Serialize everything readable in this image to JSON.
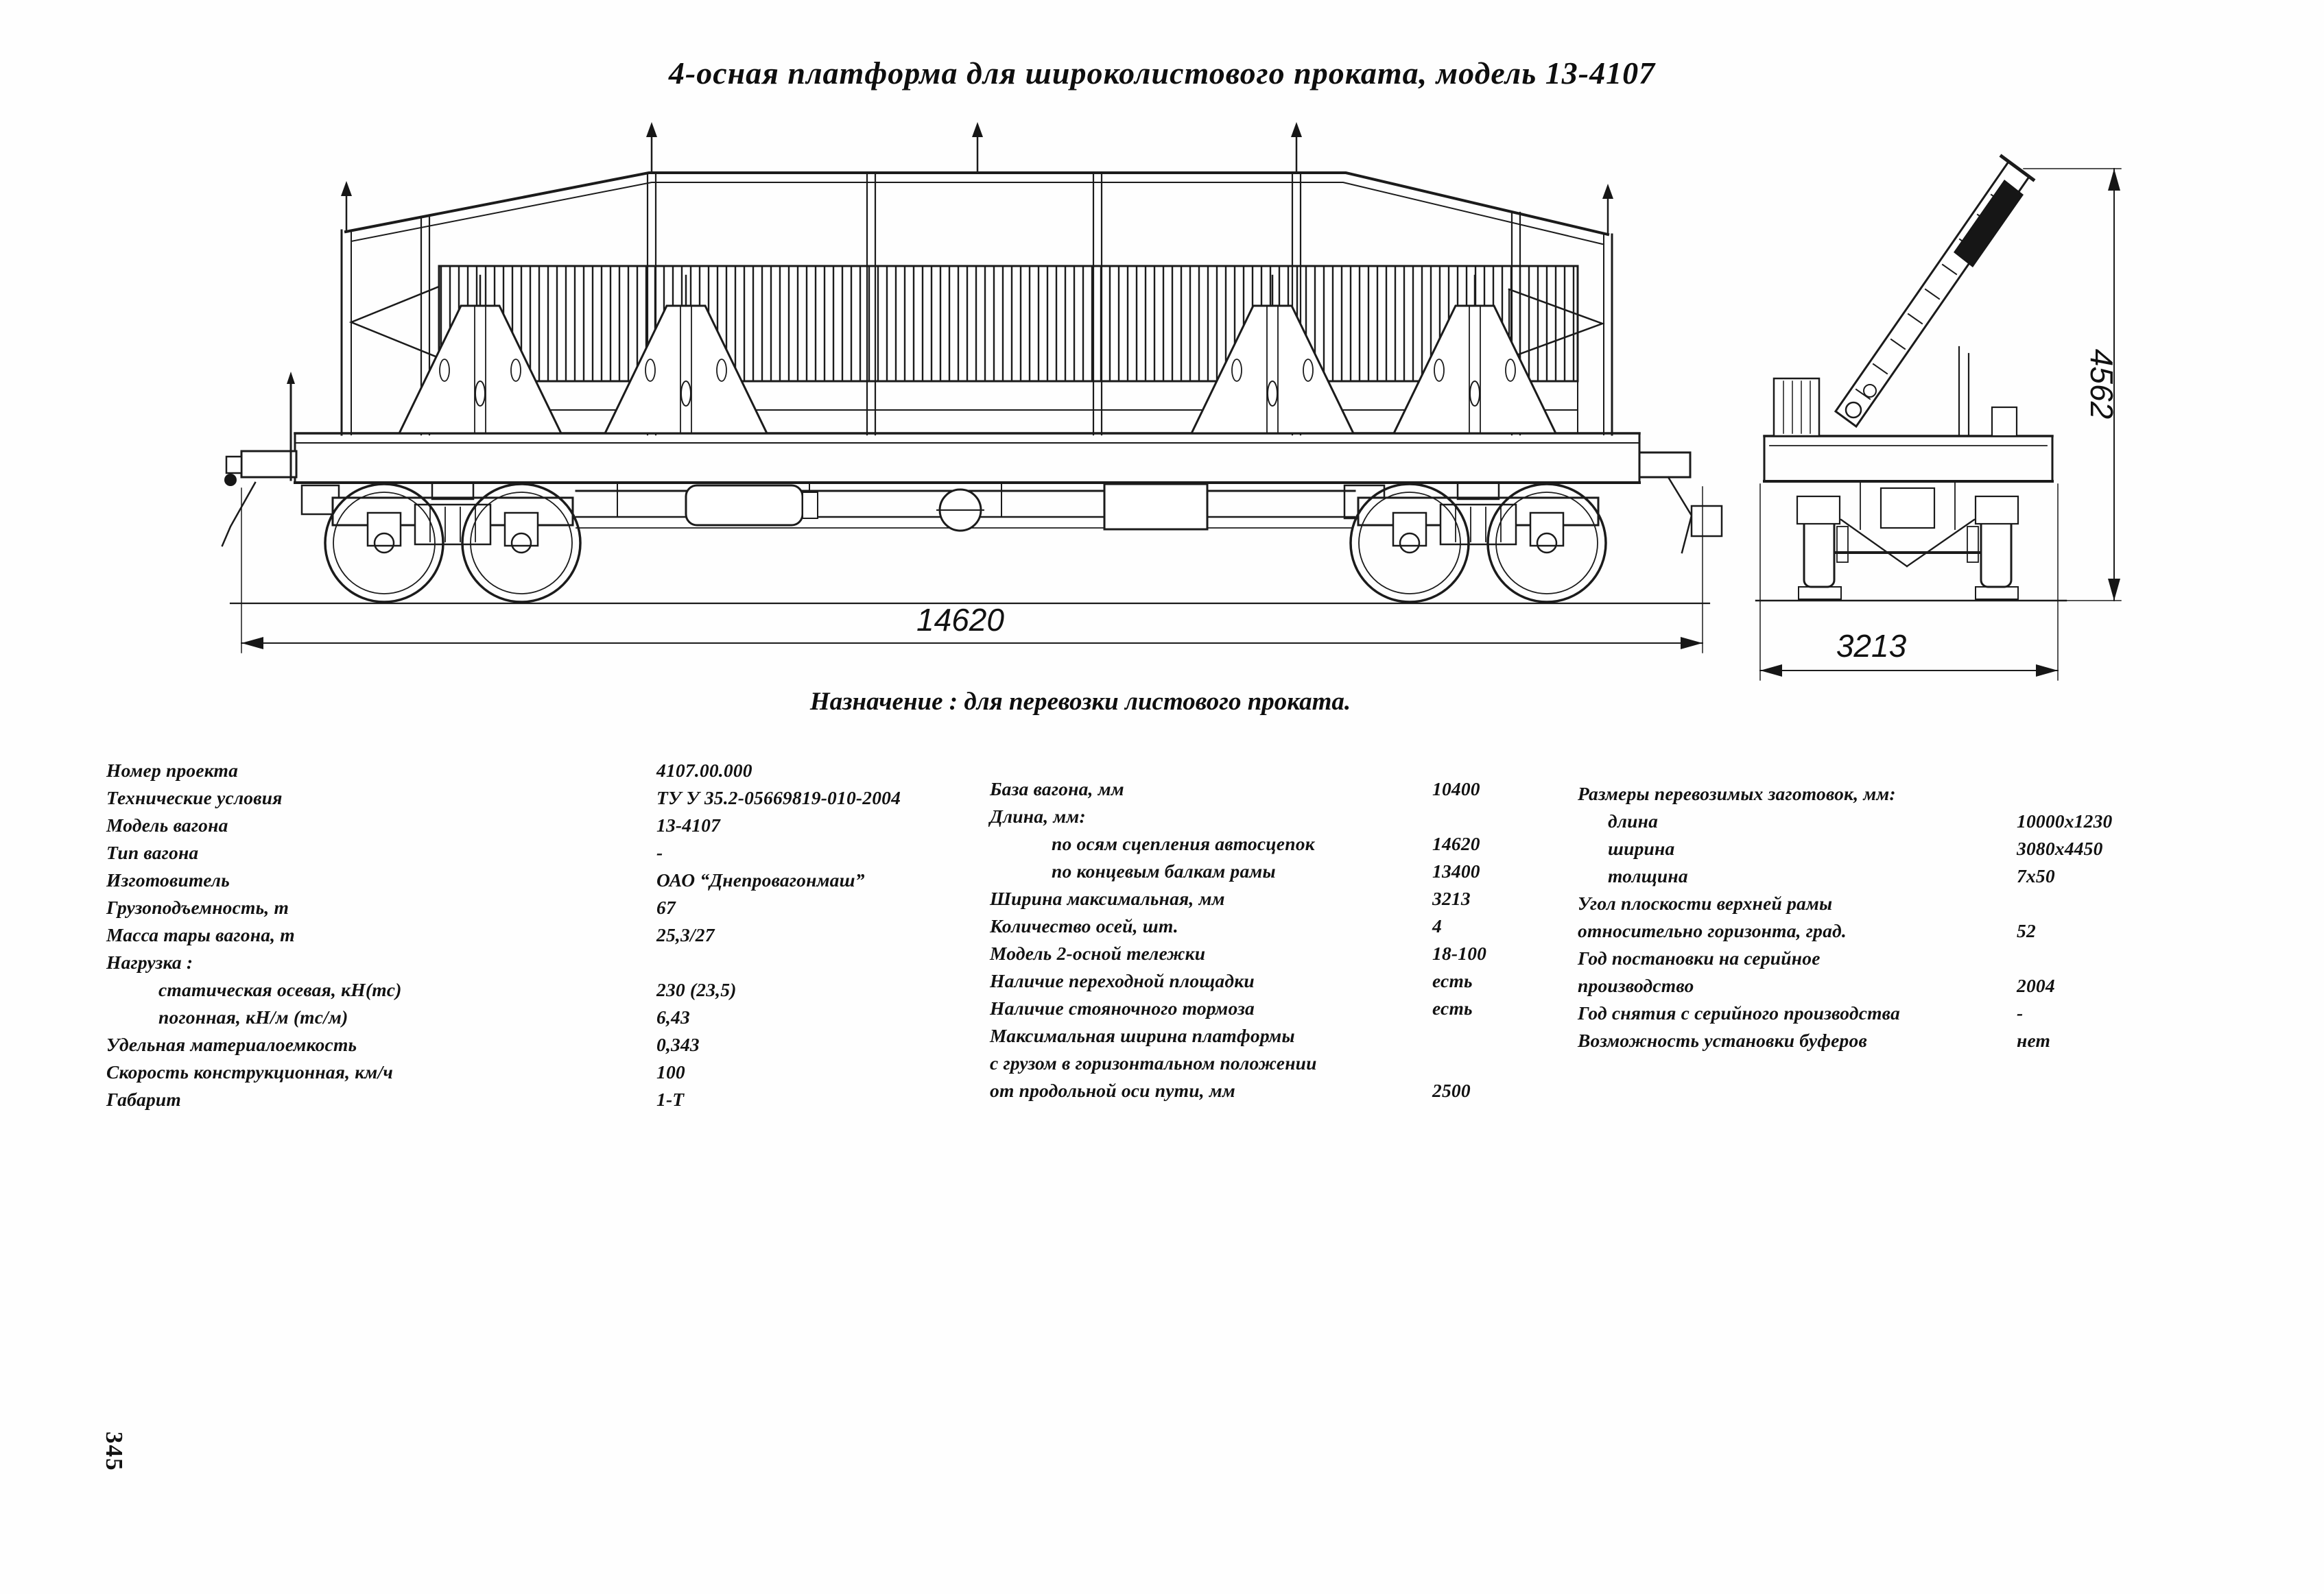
{
  "page": {
    "title": "4-осная платформа для широколистового проката, модель 13-4107",
    "purpose": "Назначение : для перевозки листового проката.",
    "number": "345"
  },
  "drawing": {
    "length_label": "14620",
    "width_label": "3213",
    "height_label": "4562"
  },
  "specs": {
    "col1": [
      {
        "label": "Номер проекта",
        "value": "4107.00.000"
      },
      {
        "label": "Технические условия",
        "value": "ТУ У 35.2-05669819-010-2004"
      },
      {
        "label": "Модель вагона",
        "value": "13-4107"
      },
      {
        "label": "Тип вагона",
        "value": "-"
      },
      {
        "label": "Изготовитель",
        "value": "ОАО “Днепровагонмаш”"
      },
      {
        "label": "Грузоподъемность, т",
        "value": "67"
      },
      {
        "label": "Масса тары вагона, т",
        "value": "25,3/27"
      },
      {
        "label": "Нагрузка :",
        "value": ""
      },
      {
        "label": "статическая осевая, кН(тс)",
        "value": "230 (23,5)"
      },
      {
        "label": "погонная, кН/м (тс/м)",
        "value": "6,43"
      },
      {
        "label": "Удельная материалоемкость",
        "value": "0,343"
      },
      {
        "label": "Скорость конструкционная, км/ч",
        "value": "100"
      },
      {
        "label": "Габарит",
        "value": "1-Т"
      }
    ],
    "col2": [
      {
        "label": "База вагона, мм",
        "value": "10400"
      },
      {
        "label": "Длина, мм:",
        "value": ""
      },
      {
        "label": "по осям сцепления автосцепок",
        "value": "14620"
      },
      {
        "label": "по концевым балкам рамы",
        "value": "13400"
      },
      {
        "label": "Ширина максимальная, мм",
        "value": "3213"
      },
      {
        "label": "Количество осей, шт.",
        "value": "4"
      },
      {
        "label": "Модель 2-осной тележки",
        "value": "18-100"
      },
      {
        "label": "Наличие переходной площадки",
        "value": "есть"
      },
      {
        "label": "Наличие стояночного тормоза",
        "value": "есть"
      },
      {
        "label": "Максимальная ширина платформы",
        "value": ""
      },
      {
        "label": "с грузом в горизонтальном положении",
        "value": ""
      },
      {
        "label": "от продольной оси пути, мм",
        "value": "2500"
      }
    ],
    "col3": [
      {
        "label": "Размеры перевозимых заготовок, мм:",
        "value": ""
      },
      {
        "label": "длина",
        "value": "10000x1230"
      },
      {
        "label": "ширина",
        "value": "3080x4450"
      },
      {
        "label": "толщина",
        "value": "7x50"
      },
      {
        "label": "Угол плоскости верхней рамы",
        "value": ""
      },
      {
        "label": "относительно горизонта, град.",
        "value": "52"
      },
      {
        "label": "Год постановки на серийное",
        "value": ""
      },
      {
        "label": "производство",
        "value": "2004"
      },
      {
        "label": "Год снятия с серийного производства",
        "value": "-"
      },
      {
        "label": "Возможность установки буферов",
        "value": "нет"
      }
    ]
  }
}
